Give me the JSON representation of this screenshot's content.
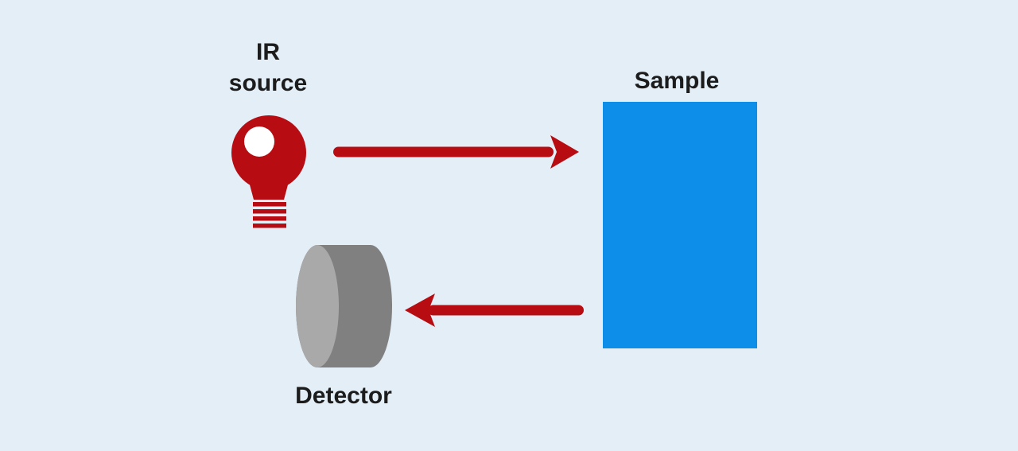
{
  "diagram": {
    "background_color": "#e3eef7",
    "text_color": "#1c1c1c",
    "beam_color": "#b70d12",
    "ir_source": {
      "label_line1": "IR",
      "label_line2": "source",
      "bulb_color": "#b70d12",
      "highlight_color": "#ffffff"
    },
    "sample": {
      "label": "Sample",
      "fill_color": "#0d8ee9"
    },
    "detector": {
      "label": "Detector",
      "body_color": "#808080",
      "face_color": "#a9a9a9"
    },
    "arrows": [
      {
        "name": "source-to-sample",
        "direction": "right"
      },
      {
        "name": "sample-to-detector",
        "direction": "left"
      }
    ]
  }
}
